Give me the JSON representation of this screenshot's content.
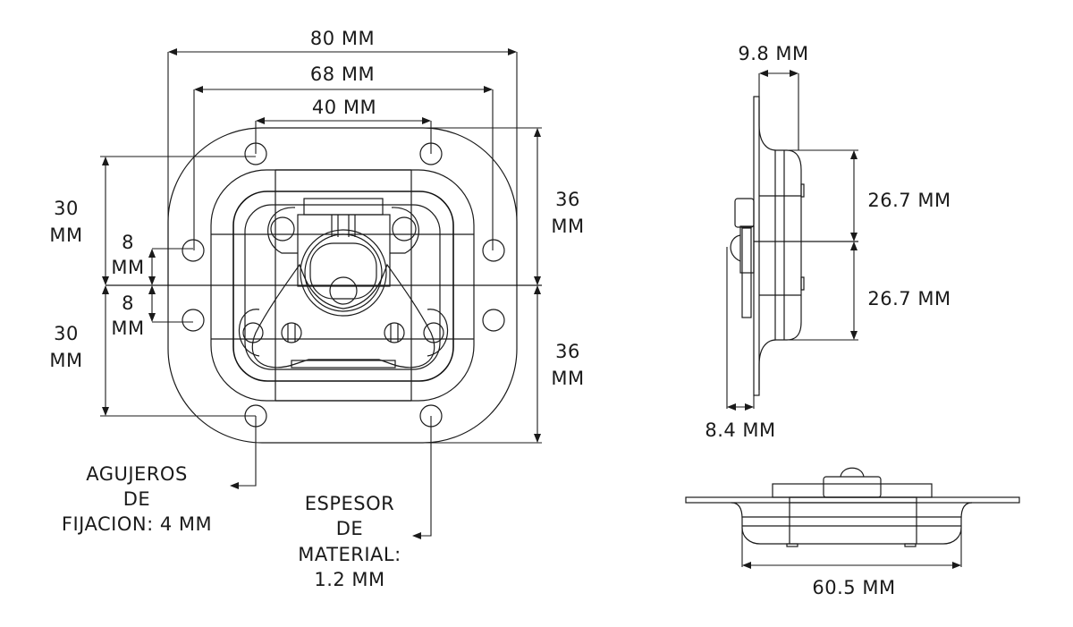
{
  "drawing": {
    "subject": "Recessed butterfly latch technical drawing",
    "front_view": {
      "width_overall": "80 MM",
      "width_holes_outer": "68 MM",
      "width_holes_top": "40 MM",
      "left_upper_height": [
        "30",
        "MM"
      ],
      "left_lower_height": [
        "30",
        "MM"
      ],
      "left_upper_offset": [
        "8",
        "MM"
      ],
      "left_lower_offset": [
        "8",
        "MM"
      ],
      "right_upper_height": [
        "36",
        "MM"
      ],
      "right_lower_height": [
        "36",
        "MM"
      ],
      "note_holes": [
        "AGUJEROS",
        "DE",
        "FIJACION: 4 MM"
      ],
      "note_thickness": [
        "ESPESOR",
        "DE",
        "MATERIAL:",
        "1.2 MM"
      ]
    },
    "side_view": {
      "depth_top": "9.8 MM",
      "upper_height": "26.7 MM",
      "lower_height": "26.7 MM",
      "handle_depth": "8.4 MM"
    },
    "bottom_view": {
      "pan_width": "60.5 MM"
    }
  }
}
